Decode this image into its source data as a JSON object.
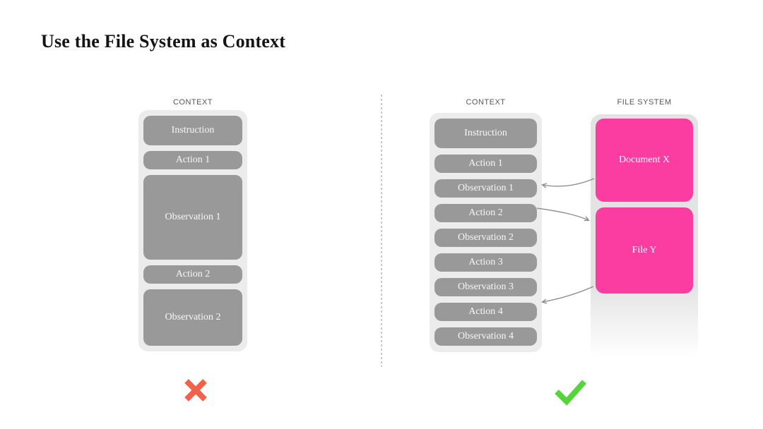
{
  "title": "Use the File System as Context",
  "colors": {
    "pink": "#fb3da1",
    "box_gray": "#999999",
    "container_gray": "#ececec",
    "cross_red": "#f4614b",
    "check_green": "#55d43b",
    "arrow_gray": "#8a8a8a"
  },
  "left_panel": {
    "column_label": "CONTEXT",
    "boxes": [
      "Instruction",
      "Action 1",
      "Observation 1",
      "Action 2",
      "Observation 2"
    ],
    "verdict": "cross"
  },
  "right_panel": {
    "context": {
      "column_label": "CONTEXT",
      "boxes": [
        "Instruction",
        "Action 1",
        "Observation 1",
        "Action 2",
        "Observation 2",
        "Action 3",
        "Observation 3",
        "Action 4",
        "Observation 4"
      ]
    },
    "file_system": {
      "column_label": "FILE SYSTEM",
      "boxes": [
        "Document X",
        "File Y"
      ]
    },
    "links": [
      {
        "from": "Document X",
        "to": "Observation 1"
      },
      {
        "from": "Action 2",
        "to": "File Y"
      },
      {
        "from": "File Y",
        "to": "Action 4"
      }
    ],
    "verdict": "check"
  }
}
